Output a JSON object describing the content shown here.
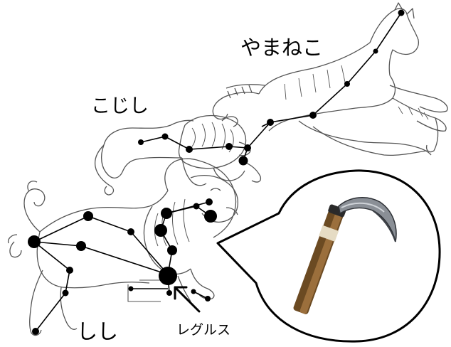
{
  "labels": {
    "yamaneko": "やまねこ",
    "kojishi": "こじし",
    "shishi": "しし",
    "regulus": "レグルス"
  },
  "colors": {
    "ink": "#000000",
    "background": "#ffffff",
    "outline": "#555555",
    "handle_dark": "#6b4a22",
    "handle_light": "#a87844",
    "binding": "#e6dcc4",
    "blade": "#8a8f96"
  },
  "icons": [
    "sickle-icon",
    "arrow-icon"
  ]
}
